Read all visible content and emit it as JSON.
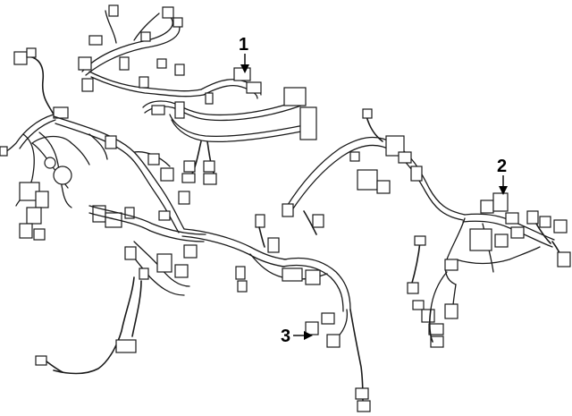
{
  "diagram": {
    "callouts": [
      {
        "id": "1",
        "label": "1"
      },
      {
        "id": "2",
        "label": "2"
      },
      {
        "id": "3",
        "label": "3"
      }
    ],
    "colors": {
      "background": "#ffffff",
      "line": "#1a1a1a"
    }
  }
}
